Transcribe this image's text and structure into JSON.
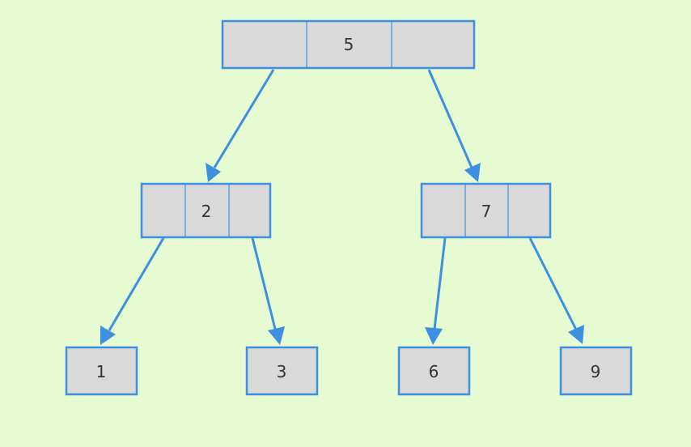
{
  "diagram": {
    "type": "binary-search-tree",
    "colors": {
      "background": "#E6FBD2",
      "node_fill": "#D9D9D9",
      "node_border": "#3D8FE0",
      "edge": "#3D8FE0",
      "text": "#333333"
    },
    "nodes": [
      {
        "id": "n5",
        "label": "5",
        "children": [
          "n2",
          "n7"
        ]
      },
      {
        "id": "n2",
        "label": "2",
        "children": [
          "n1",
          "n3"
        ]
      },
      {
        "id": "n7",
        "label": "7",
        "children": [
          "n6",
          "n9"
        ]
      },
      {
        "id": "n1",
        "label": "1",
        "children": []
      },
      {
        "id": "n3",
        "label": "3",
        "children": []
      },
      {
        "id": "n6",
        "label": "6",
        "children": []
      },
      {
        "id": "n9",
        "label": "9",
        "children": []
      }
    ]
  }
}
